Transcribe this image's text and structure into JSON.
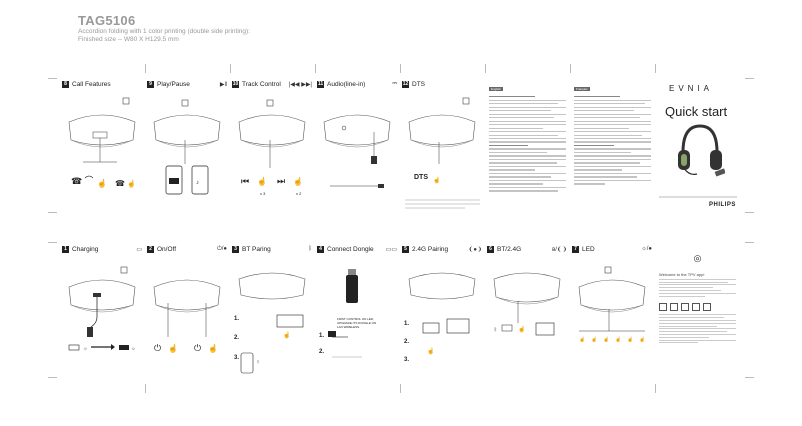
{
  "header": {
    "title": "TAG5106",
    "line1": "Accordion folding with 1 color printing (double side printing):",
    "line2": "Finished size -- W80 X H129.5 mm"
  },
  "top_panels": [
    {
      "num": "8",
      "title": "Call Features"
    },
    {
      "num": "9",
      "title": "Play/Pause",
      "icon": "▶‖"
    },
    {
      "num": "10",
      "title": "Track Control",
      "icon": "|◀◀ ▶▶|"
    },
    {
      "num": "11",
      "title": "Audio(line-in)"
    },
    {
      "num": "12",
      "title": "DTS"
    }
  ],
  "bottom_panels": [
    {
      "num": "1",
      "title": "Charging"
    },
    {
      "num": "2",
      "title": "On/Off"
    },
    {
      "num": "3",
      "title": "BT Paring"
    },
    {
      "num": "4",
      "title": "Connect Dongle"
    },
    {
      "num": "5",
      "title": "2.4G Pairing"
    },
    {
      "num": "6",
      "title": "BT/2.4G",
      "icon": "ʙ/❨❩"
    },
    {
      "num": "7",
      "title": "LED"
    }
  ],
  "track": {
    "left": "x 3",
    "right": "x 2"
  },
  "dts": {
    "label": "DTS"
  },
  "dongle": {
    "note": "FIRST CONTROL ON LED, UPGRADE ITS DONGLE ON LAN WIRELESS."
  },
  "steps": {
    "s1": "1.",
    "s2": "2.",
    "s3": "3."
  },
  "text_labels": {
    "col1": "English",
    "col2": "Français"
  },
  "cover": {
    "brand": "EVNIA",
    "title": "Quick start",
    "logo": "PHILIPS"
  },
  "legal": {
    "heading": "Welcome to the TPV app!"
  }
}
